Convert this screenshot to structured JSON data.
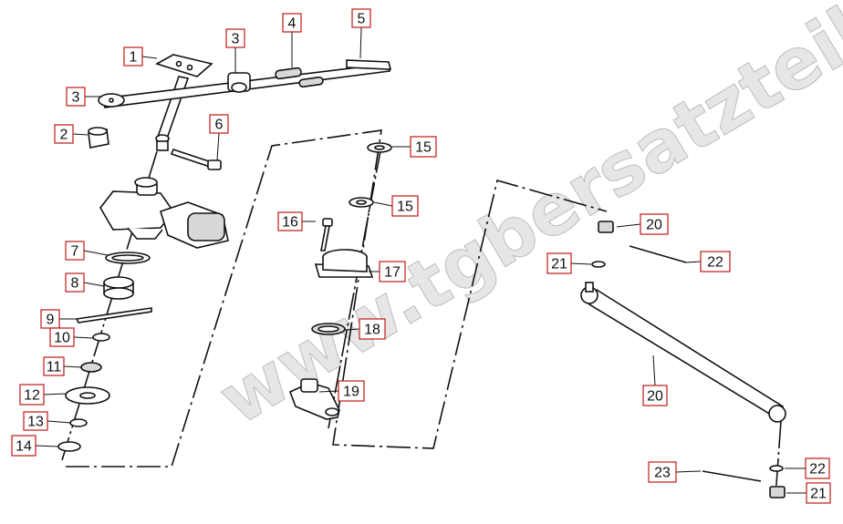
{
  "watermark": "www.tgbersatzteile.de",
  "callouts": [
    {
      "label": "1"
    },
    {
      "label": "2"
    },
    {
      "label": "3"
    },
    {
      "label": "3"
    },
    {
      "label": "4"
    },
    {
      "label": "5"
    },
    {
      "label": "6"
    },
    {
      "label": "7"
    },
    {
      "label": "8"
    },
    {
      "label": "9"
    },
    {
      "label": "10"
    },
    {
      "label": "11"
    },
    {
      "label": "12"
    },
    {
      "label": "13"
    },
    {
      "label": "14"
    },
    {
      "label": "15"
    },
    {
      "label": "15"
    },
    {
      "label": "16"
    },
    {
      "label": "17"
    },
    {
      "label": "18"
    },
    {
      "label": "19"
    },
    {
      "label": "20"
    },
    {
      "label": "20"
    },
    {
      "label": "21"
    },
    {
      "label": "21"
    },
    {
      "label": "22"
    },
    {
      "label": "22"
    },
    {
      "label": "23"
    }
  ]
}
